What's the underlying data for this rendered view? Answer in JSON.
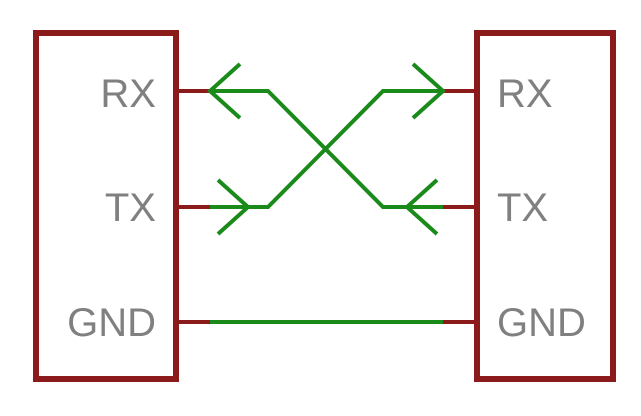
{
  "colors": {
    "chip_outline": "#8b1a1a",
    "pin_stub": "#8b1a1a",
    "wire": "#1a8a1a",
    "label": "#808080",
    "background": "#ffffff"
  },
  "left_device": {
    "pins": {
      "rx": "RX",
      "tx": "TX",
      "gnd": "GND"
    }
  },
  "right_device": {
    "pins": {
      "rx": "RX",
      "tx": "TX",
      "gnd": "GND"
    }
  },
  "connections": [
    {
      "from": "left.TX",
      "to": "right.RX",
      "direction": "left-to-right"
    },
    {
      "from": "right.TX",
      "to": "left.RX",
      "direction": "right-to-left"
    },
    {
      "from": "left.GND",
      "to": "right.GND",
      "direction": "none"
    }
  ]
}
